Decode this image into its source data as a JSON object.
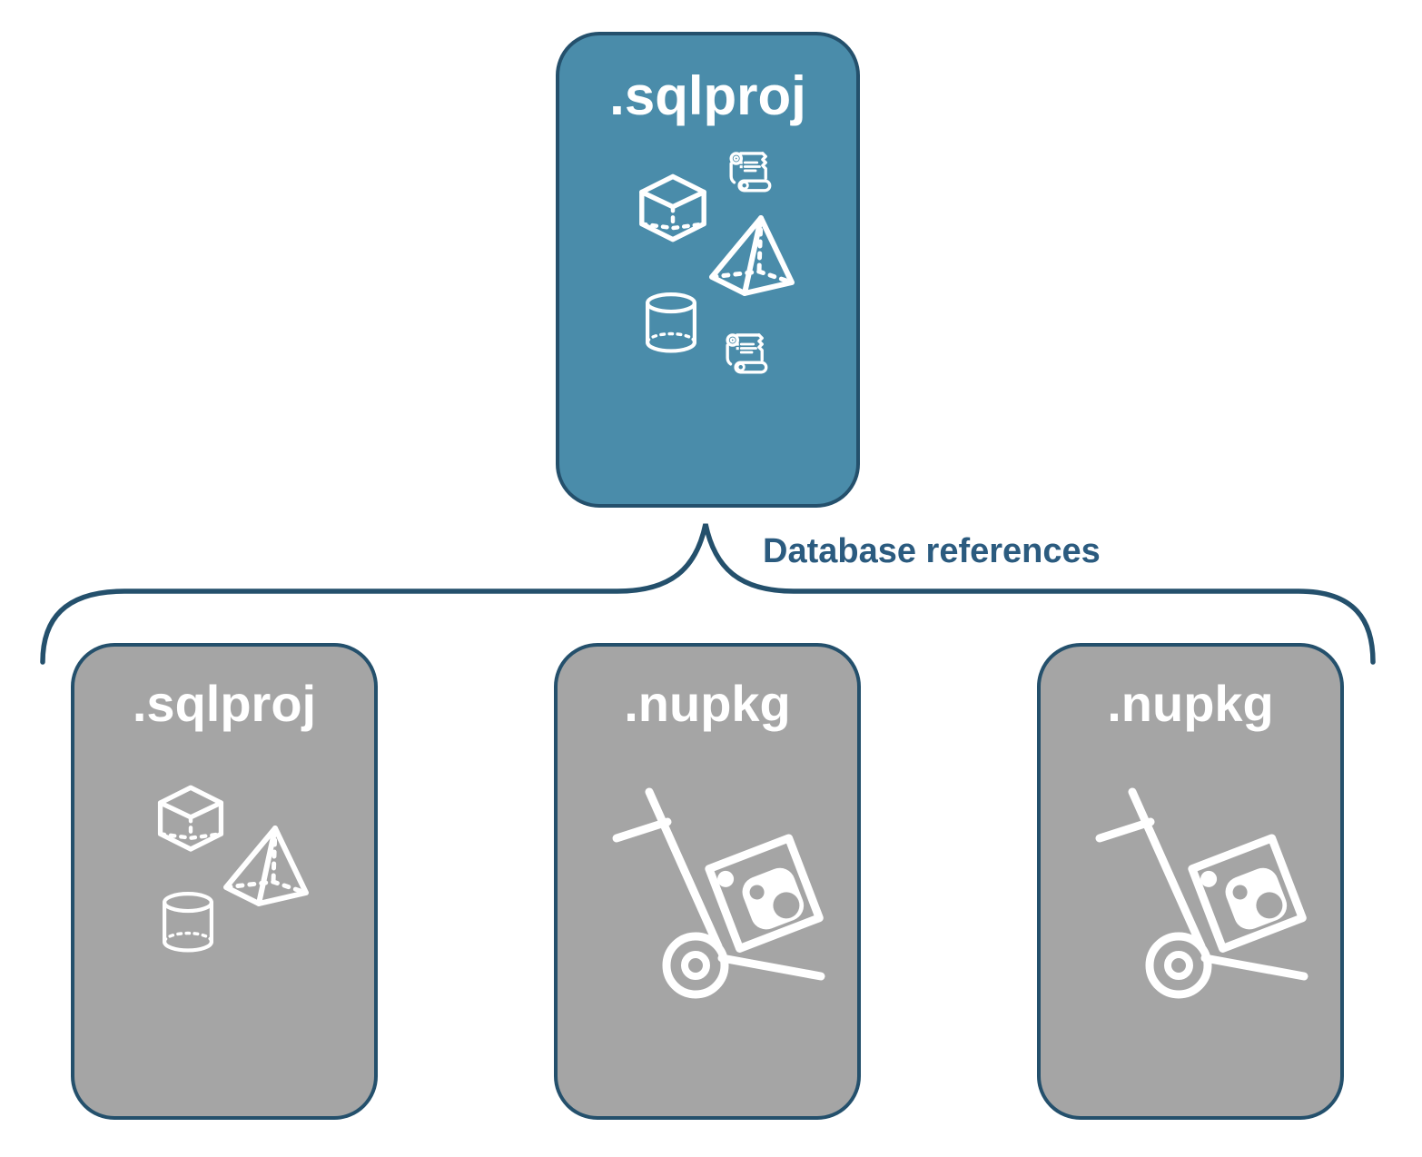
{
  "diagram": {
    "connector_label": "Database references",
    "root_card": {
      "title": ".sqlproj"
    },
    "child_cards": [
      {
        "title": ".sqlproj"
      },
      {
        "title": ".nupkg"
      },
      {
        "title": ".nupkg"
      }
    ],
    "colors": {
      "root_fill": "#4a8caa",
      "child_fill": "#a5a5a5",
      "outline": "#24506c",
      "label": "#2b5b7f",
      "icon": "#ffffff",
      "background": "#ffffff"
    }
  }
}
